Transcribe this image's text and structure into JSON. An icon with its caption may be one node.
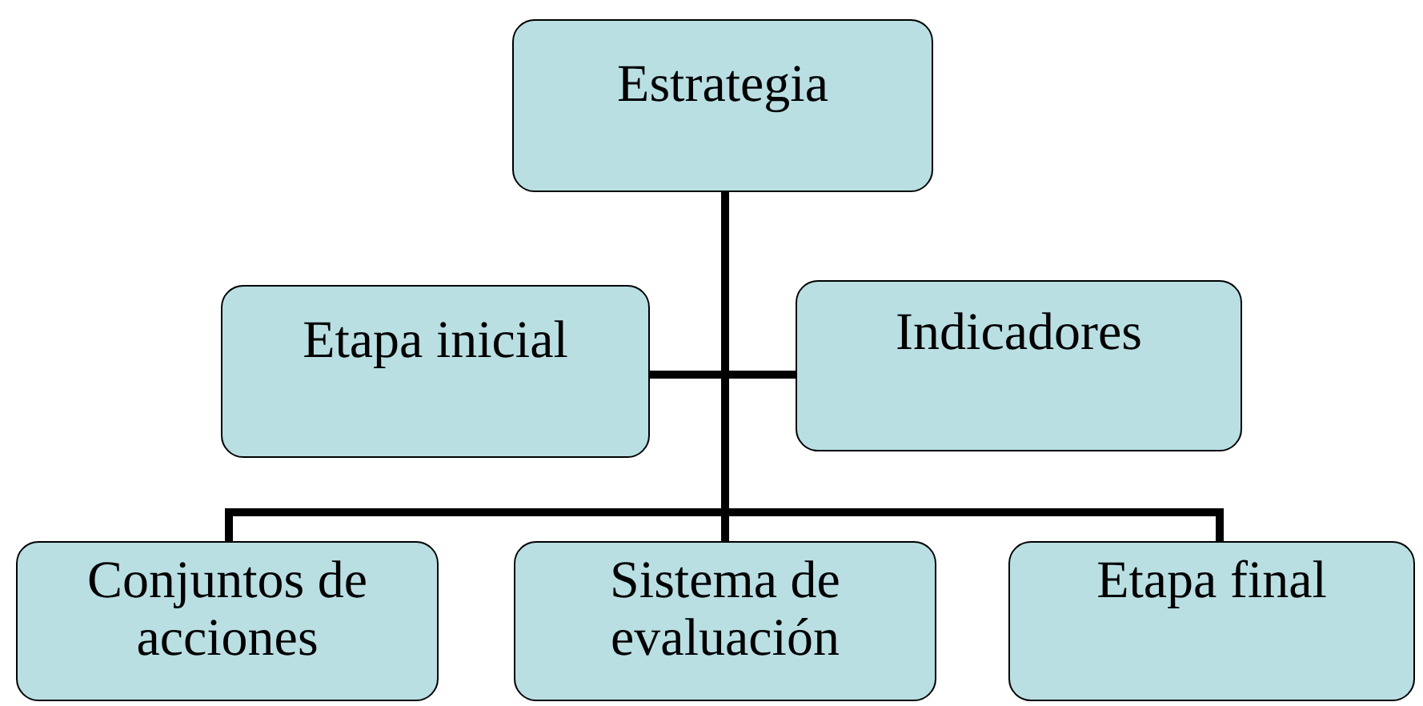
{
  "diagram": {
    "nodes": [
      {
        "text": [
          "Estrategia"
        ]
      },
      {
        "text": [
          "Etapa inicial"
        ]
      },
      {
        "text": [
          "Indicadores"
        ]
      },
      {
        "text": [
          "Conjuntos de acciones"
        ]
      },
      {
        "text": [
          "Sistema de evaluación"
        ]
      },
      {
        "text": [
          "Etapa final"
        ]
      }
    ],
    "edges": [
      {
        "from": 0,
        "to": 1,
        "arrow": "none"
      },
      {
        "from": 0,
        "to": 2,
        "arrow": "none"
      },
      {
        "from": 0,
        "to": 3,
        "arrow": "none"
      },
      {
        "from": 0,
        "to": 4,
        "arrow": "none"
      },
      {
        "from": 0,
        "to": 5,
        "arrow": "none"
      }
    ]
  }
}
